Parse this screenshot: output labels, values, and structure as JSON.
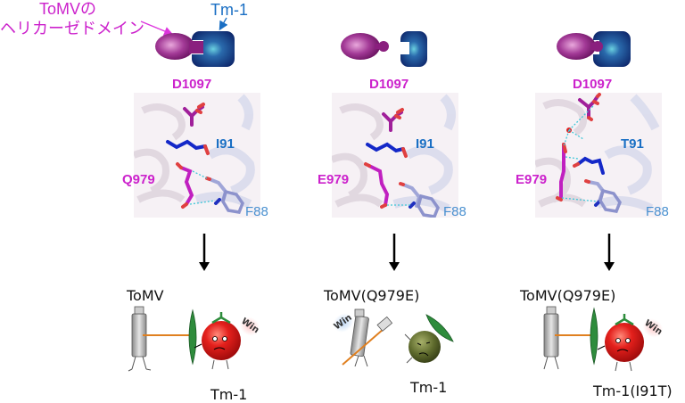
{
  "legend": {
    "helicase_label_line1": "ToMVの",
    "helicase_label_line2": "ヘリカーゼドメイン",
    "tm1_label": "Tm-1"
  },
  "panels": [
    {
      "schematic": "bound",
      "residues": {
        "top": "D1097",
        "mid": "I91",
        "left": "Q979",
        "bottom": "F88"
      },
      "virus_label": "ToMV",
      "host_label": "Tm-1",
      "winner": "host",
      "win_text": "Win"
    },
    {
      "schematic": "unbound",
      "residues": {
        "top": "D1097",
        "mid": "I91",
        "left": "E979",
        "bottom": "F88"
      },
      "virus_label": "ToMV(Q979E)",
      "host_label": "Tm-1",
      "winner": "virus",
      "win_text": "Win"
    },
    {
      "schematic": "bound",
      "residues": {
        "top": "D1097",
        "mid": "T91",
        "left": "E979",
        "bottom": "F88"
      },
      "virus_label": "ToMV(Q979E)",
      "host_label": "Tm-1(I91T)",
      "winner": "host",
      "win_text": "Win"
    }
  ],
  "colors": {
    "magenta_text": "#cc22cc",
    "blue_text": "#1a6fc4",
    "helicase_fill": "#9a2a8e",
    "tm1_fill": "#1a3f8a",
    "tomato_red": "#e0191b",
    "wilted_tomato": "#5e6b2c"
  }
}
